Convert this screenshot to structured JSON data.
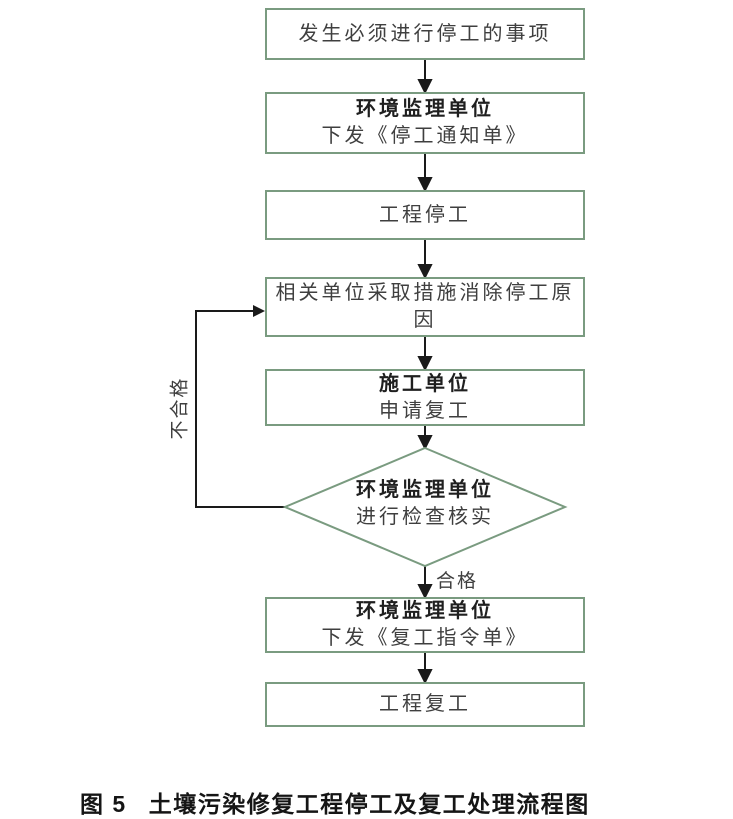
{
  "figure": {
    "caption_label": "图 5",
    "caption_text": "土壤污染修复工程停工及复工处理流程图"
  },
  "colors": {
    "border": "#7a9b80",
    "line": "#1a1a1a",
    "text": "#3f3f3f",
    "bold": "#1f1f1f"
  },
  "nodes": [
    {
      "name": "stop-event",
      "lines": [
        "发生必须进行停工的事项"
      ]
    },
    {
      "name": "supervision-stop-notice",
      "lines": [
        "环境监理单位",
        "下发《停工通知单》"
      ]
    },
    {
      "name": "project-stop",
      "lines": [
        "工程停工"
      ]
    },
    {
      "name": "remove-stop-cause",
      "lines": [
        "相关单位采取措施消除停工原",
        "因"
      ]
    },
    {
      "name": "contractor-apply-resume",
      "lines": [
        "施工单位",
        "申请复工"
      ]
    },
    {
      "name": "supervision-check",
      "lines": [
        "环境监理单位",
        "进行检查核实"
      ]
    },
    {
      "name": "supervision-resume-order",
      "lines": [
        "环境监理单位",
        "下发《复工指令单》"
      ]
    },
    {
      "name": "project-resume",
      "lines": [
        "工程复工"
      ]
    }
  ],
  "labels": {
    "pass": "合格",
    "fail": "不合格"
  }
}
